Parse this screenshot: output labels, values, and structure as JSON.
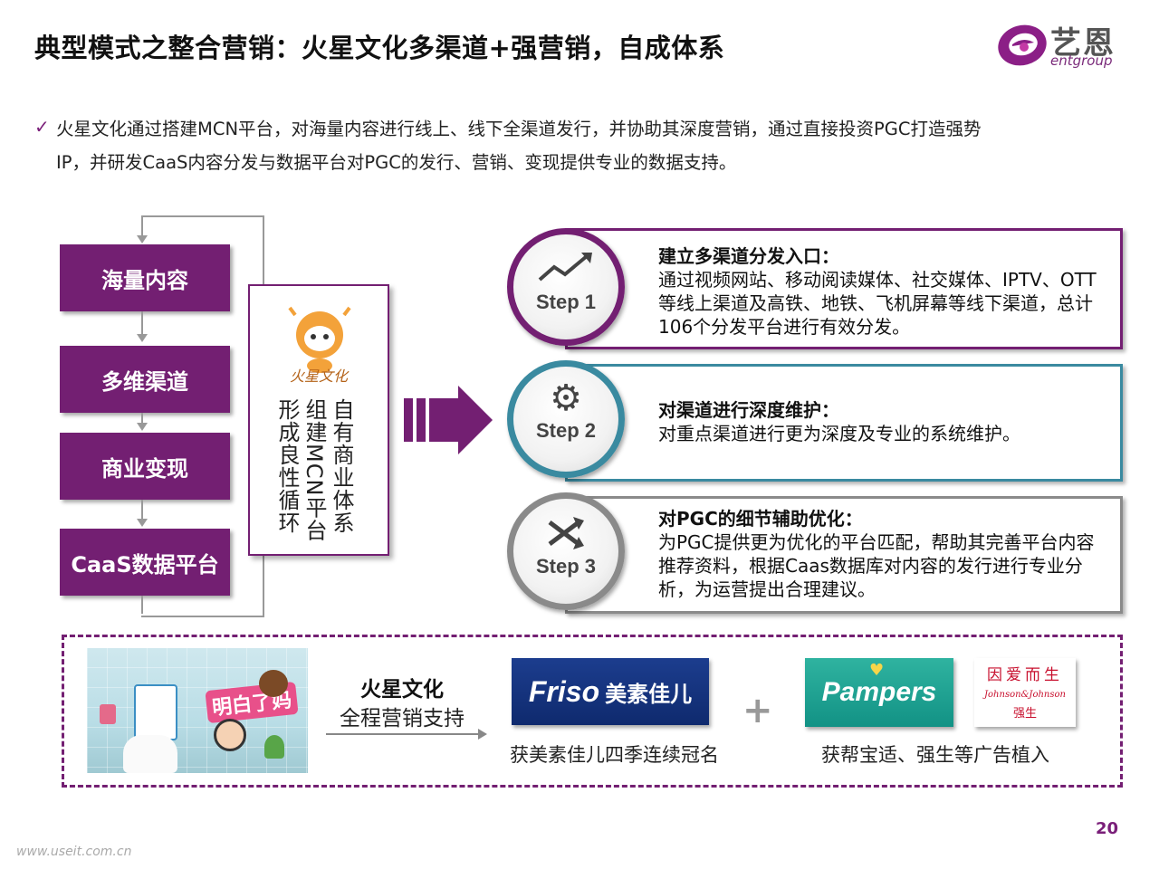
{
  "title": "典型模式之整合营销：火星文化多渠道+强营销，自成体系",
  "logo": {
    "cn": "艺恩",
    "en": "entgroup"
  },
  "intro": {
    "line1": "火星文化通过搭建MCN平台，对海量内容进行线上、线下全渠道发行，并协助其深度营销，通过直接投资PGC打造强势",
    "line2": "IP，并研发CaaS内容分发与数据平台对PGC的发行、营销、变现提供专业的数据支持。"
  },
  "cycle_items": [
    "海量内容",
    "多维渠道",
    "商业变现",
    "CaaS数据平台"
  ],
  "mcn": {
    "logo_text": "火星文化",
    "col1": "自有商业体系",
    "col2": "组建MCN平台",
    "col3": "形成良性循环"
  },
  "steps": [
    {
      "label": "Step 1",
      "heading": "建立多渠道分发入口：",
      "body": "通过视频网站、移动阅读媒体、社交媒体、IPTV、OTT等线上渠道及高铁、地铁、飞机屏幕等线下渠道，总计106个分发平台进行有效分发。",
      "color": "#731f72"
    },
    {
      "label": "Step 2",
      "heading": "对渠道进行深度维护：",
      "body": "对重点渠道进行更为深度及专业的系统维护。",
      "color": "#3a8aa0"
    },
    {
      "label": "Step 3",
      "heading": "对PGC的细节辅助优化：",
      "body": "为PGC提供更为优化的平台匹配，帮助其完善平台内容推荐资料，根据Caas数据库对内容的发行进行专业分析，为运营提出合理建议。",
      "color": "#8a8a8a"
    }
  ],
  "bottom": {
    "show_title": "明白了妈",
    "center_title": "火星文化",
    "center_sub": "全程营销支持",
    "friso_brand": "Friso",
    "friso_cn": "美素佳儿",
    "friso_caption": "获美素佳儿四季连续冠名",
    "plus": "+",
    "pampers": "Pampers",
    "jj_top": "因爱而生",
    "jj_mid": "Johnson&Johnson",
    "jj_bot": "强生",
    "ads_caption": "获帮宝适、强生等广告植入"
  },
  "page_number": "20",
  "watermark": "www.useit.com.cn"
}
